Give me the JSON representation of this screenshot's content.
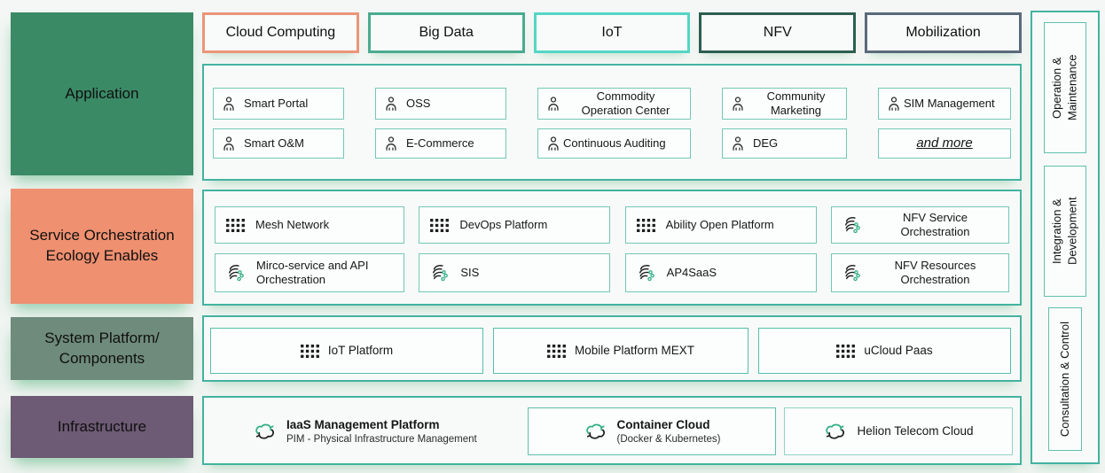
{
  "palette": {
    "application_fill": "#3a8a66",
    "service_fill": "#ef9070",
    "system_fill": "#6e8b7b",
    "infrastructure_fill": "#6d5a74",
    "panel_border_teal": "#43b3a0",
    "item_border_teal": "#74c8b6",
    "tab_cloud_border": "#ec9579",
    "tab_bigdata_border": "#4bab90",
    "tab_iot_border": "#54d6c4",
    "tab_nfv_border": "#2d5e50",
    "tab_mobilization_border": "#5a6a7c",
    "icon_green": "#2fae85",
    "icon_dark": "#1e1e1e"
  },
  "layers": {
    "application": {
      "label": "Application"
    },
    "service": {
      "label": "Service Orchestration Ecology Enables"
    },
    "system": {
      "label": "System Platform/ Components"
    },
    "infrastructure": {
      "label": "Infrastructure"
    }
  },
  "tabs": [
    {
      "label": "Cloud Computing"
    },
    {
      "label": "Big Data"
    },
    {
      "label": "IoT"
    },
    {
      "label": "NFV"
    },
    {
      "label": "Mobilization"
    }
  ],
  "application": {
    "rows": [
      {
        "items": [
          {
            "icon": "person-icon",
            "label": "Smart Portal"
          },
          {
            "icon": "person-icon",
            "label": "OSS"
          },
          {
            "icon": "person-icon",
            "label": "Commodity Operation Center"
          },
          {
            "icon": "person-icon",
            "label": "Community Marketing"
          },
          {
            "icon": "person-icon",
            "label": "SIM Management"
          }
        ]
      },
      {
        "items": [
          {
            "icon": "person-icon",
            "label": "Smart O&M"
          },
          {
            "icon": "person-icon",
            "label": "E-Commerce"
          },
          {
            "icon": "person-icon",
            "label": "Continuous Auditing"
          },
          {
            "icon": "person-icon",
            "label": "DEG"
          },
          {
            "icon": "none",
            "label": "and more"
          }
        ]
      }
    ]
  },
  "service": {
    "rows": [
      {
        "items": [
          {
            "icon": "grid-icon",
            "label": "Mesh Network"
          },
          {
            "icon": "grid-icon",
            "label": "DevOps Platform"
          },
          {
            "icon": "grid-icon",
            "label": "Ability Open Platform"
          },
          {
            "icon": "orchestration-icon",
            "label": "NFV Service Orchestration"
          }
        ]
      },
      {
        "items": [
          {
            "icon": "orchestration-icon",
            "label": "Mirco-service and API Orchestration"
          },
          {
            "icon": "orchestration-icon",
            "label": "SIS"
          },
          {
            "icon": "orchestration-icon",
            "label": "AP4SaaS"
          },
          {
            "icon": "orchestration-icon",
            "label": "NFV Resources Orchestration"
          }
        ]
      }
    ]
  },
  "system": {
    "items": [
      {
        "icon": "grid-icon",
        "label": "IoT Platform"
      },
      {
        "icon": "grid-icon",
        "label": "Mobile Platform MEXT"
      },
      {
        "icon": "grid-icon",
        "label": "uCloud Paas"
      }
    ]
  },
  "infrastructure": {
    "items": [
      {
        "icon": "cloud-sync-icon",
        "title": "IaaS Management Platform",
        "subtitle": "PIM - Physical Infrastructure Management"
      },
      {
        "icon": "cloud-sync-icon",
        "title": "Container Cloud",
        "subtitle": "(Docker & Kubernetes)"
      },
      {
        "icon": "cloud-sync-icon",
        "title": "Helion Telecom Cloud"
      }
    ]
  },
  "sidebar": {
    "items": [
      {
        "label": "Operation & Maintenance"
      },
      {
        "label": "Integration & Development"
      },
      {
        "label": "Consultation & Control"
      }
    ]
  }
}
